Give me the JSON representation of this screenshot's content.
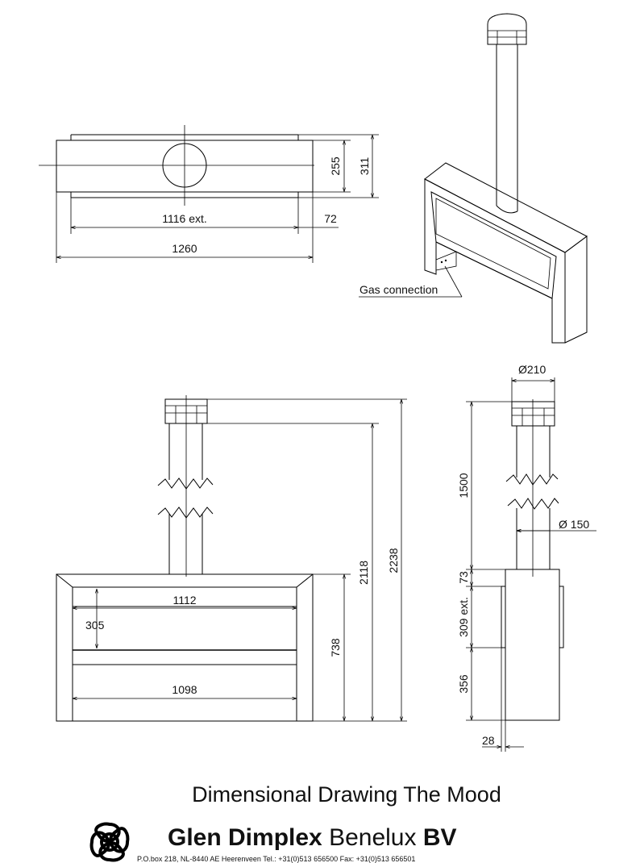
{
  "title": "Dimensional Drawing The Mood",
  "company": {
    "name_bold_1": "Glen Dimplex",
    "name_regular": "Benelux",
    "name_bold_2": "BV",
    "address": "P.O.box 218, NL-8440 AE Heerenveen Tel.: +31(0)513 656500 Fax: +31(0)513 656501"
  },
  "top_view": {
    "dim_255": "255",
    "dim_311": "311",
    "dim_1116": "1116 ext.",
    "dim_72": "72",
    "dim_1260": "1260"
  },
  "iso_view": {
    "gas_label": "Gas connection"
  },
  "front_view": {
    "dim_1112": "1112",
    "dim_305": "305",
    "dim_1098": "1098",
    "dim_738": "738",
    "dim_2118": "2118",
    "dim_2238": "2238"
  },
  "side_view": {
    "dim_210": "Ø210",
    "dim_1500": "1500",
    "dim_150": "Ø 150",
    "dim_73": "73",
    "dim_309": "309 ext.",
    "dim_356": "356",
    "dim_28": "28"
  },
  "icons": [
    "celtic-knot-logo"
  ]
}
